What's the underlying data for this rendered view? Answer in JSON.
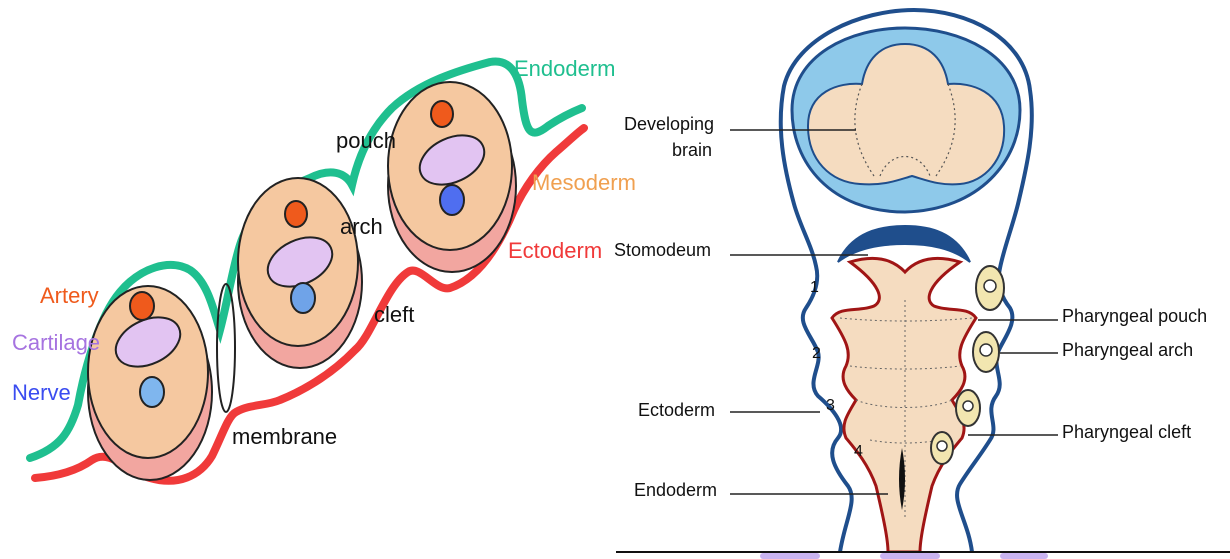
{
  "left_diagram": {
    "germ_layers": {
      "endoderm": {
        "label": "Endoderm",
        "color": "#1fbf8f"
      },
      "mesoderm": {
        "label": "Mesoderm",
        "color": "#f0a050"
      },
      "ectoderm": {
        "label": "Ectoderm",
        "color": "#f03a3a"
      }
    },
    "components": {
      "artery": {
        "label": "Artery",
        "color": "#ef5a1c"
      },
      "cartilage": {
        "label": "Cartilage",
        "color": "#a673e0"
      },
      "nerve": {
        "label": "Nerve",
        "color": "#3a4cf0"
      }
    },
    "structures": {
      "pouch": "pouch",
      "arch": "arch",
      "cleft": "cleft",
      "membrane": "membrane"
    }
  },
  "right_diagram": {
    "labels": {
      "developing_brain_line1": "Developing",
      "developing_brain_line2": "brain",
      "stomodeum": "Stomodeum",
      "ectoderm": "Ectoderm",
      "endoderm": "Endoderm",
      "pharyngeal_pouch": "Pharyngeal pouch",
      "pharyngeal_arch": "Pharyngeal arch",
      "pharyngeal_cleft": "Pharyngeal cleft"
    },
    "arch_numbers": [
      "1",
      "2",
      "3",
      "4"
    ],
    "colors": {
      "outline": "#1f4e8c",
      "brain_ring": "#8ec9ea",
      "tissue_fill": "#f5dcc0",
      "endoderm_line": "#a01515"
    }
  }
}
